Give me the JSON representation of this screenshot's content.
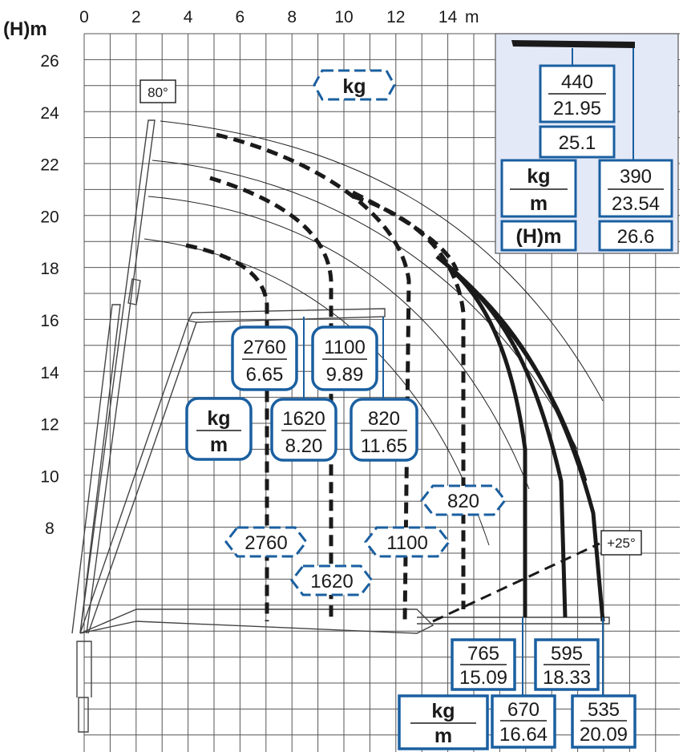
{
  "axes": {
    "x_title": "m",
    "y_title": "(H)m",
    "x_ticks": [
      "0",
      "2",
      "4",
      "6",
      "8",
      "10",
      "12",
      "14"
    ],
    "y_ticks": [
      "26",
      "24",
      "22",
      "20",
      "18",
      "16",
      "14",
      "12",
      "10",
      "8"
    ]
  },
  "angles": {
    "max": "80°",
    "min": "+25°"
  },
  "unit_label": "kg",
  "unit_pair": {
    "top": "kg",
    "bottom": "m"
  },
  "main_capacities": [
    {
      "kg": "2760",
      "m": "6.65"
    },
    {
      "kg": "1620",
      "m": "8.20"
    },
    {
      "kg": "1100",
      "m": "9.89"
    },
    {
      "kg": "820",
      "m": "11.65"
    }
  ],
  "floor_labels": [
    "2760",
    "1620",
    "1100",
    "820"
  ],
  "jib_capacities": [
    {
      "kg": "765",
      "m": "15.09"
    },
    {
      "kg": "670",
      "m": "16.64"
    },
    {
      "kg": "595",
      "m": "18.33"
    },
    {
      "kg": "535",
      "m": "20.09"
    }
  ],
  "inset": {
    "tip1": {
      "kg": "440",
      "m": "21.95",
      "h": "25.1"
    },
    "tip2": {
      "kg": "390",
      "m": "23.54",
      "h": "26.6"
    },
    "legend_kg": "kg",
    "legend_m": "m",
    "legend_h": "(H)m"
  },
  "colors": {
    "accent": "#1a5fa0",
    "inset_bg": "#e4e9f7",
    "grid": "#333333"
  }
}
